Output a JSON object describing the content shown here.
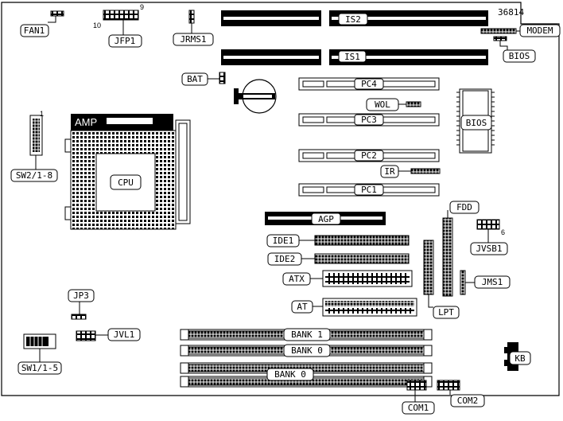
{
  "board_id": "36814",
  "labels": {
    "fan1": "FAN1",
    "jfp1": "JFP1",
    "jfp1_pin_top": "9",
    "jfp1_pin_left": "10",
    "jrms1": "JRMS1",
    "is2": "IS2",
    "is1": "IS1",
    "modem": "MODEM",
    "bios_jumper": "BIOS",
    "bat": "BAT",
    "pc4": "PC4",
    "pc3": "PC3",
    "pc2": "PC2",
    "pc1": "PC1",
    "wol": "WOL",
    "ir": "IR",
    "bios_chip": "BIOS",
    "amp": "AMP",
    "cpu": "CPU",
    "sw2": "SW2/1-8",
    "sw2_pin": "1",
    "agp": "AGP",
    "ide1": "IDE1",
    "ide2": "IDE2",
    "atx": "ATX",
    "at": "AT",
    "fdd": "FDD",
    "jvsb1": "JVSB1",
    "jvsb1_pin": "6",
    "jms1": "JMS1",
    "lpt": "LPT",
    "jp3": "JP3",
    "jvl1": "JVL1",
    "sw1": "SW1/1-5",
    "bank1": "BANK 1",
    "bank0_a": "BANK 0",
    "bank0_b": "BANK 0",
    "kb": "KB",
    "com1": "COM1",
    "com2": "COM2"
  }
}
